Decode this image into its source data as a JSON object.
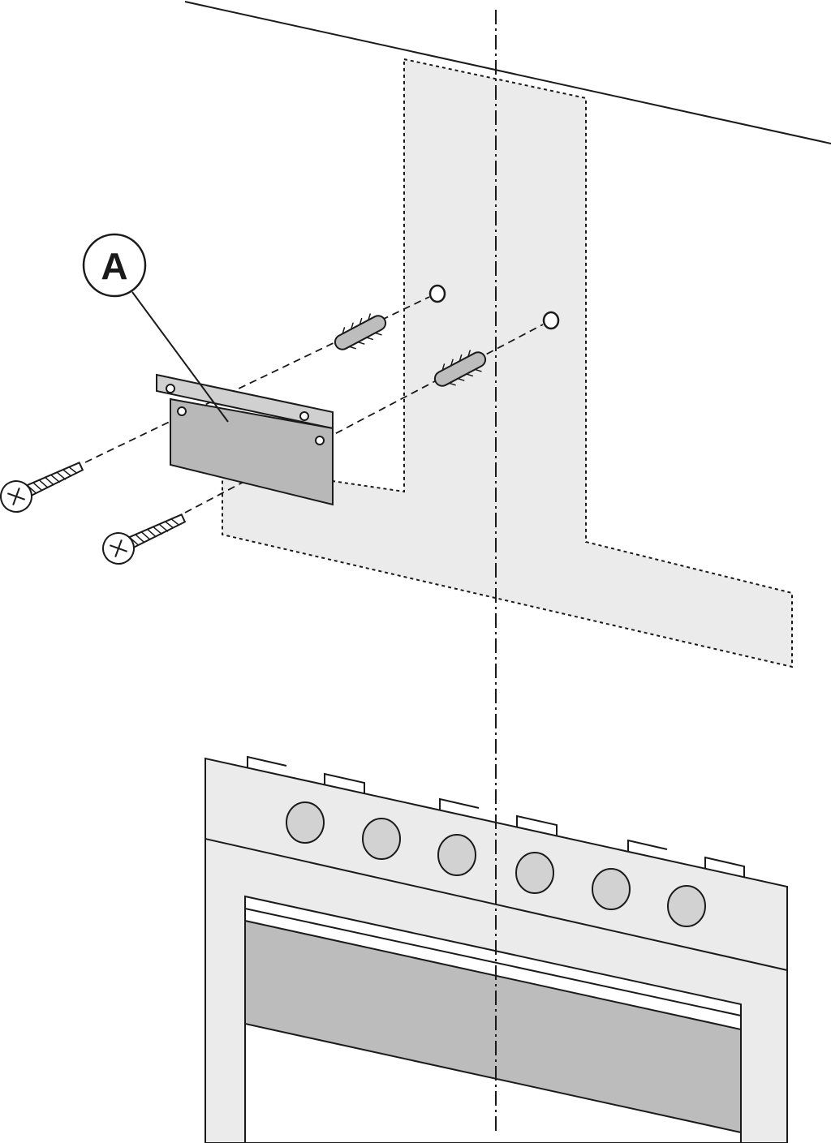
{
  "figure": {
    "callout_label": "A",
    "colors": {
      "line": "#1a1a1a",
      "wall_template": "#ebebeb",
      "bracket": "#b8b8b8",
      "bracket_strip": "#d0d0d0",
      "appliance_body": "#ebebeb",
      "appliance_window": "#bcbcbc",
      "knob": "#d2d2d2",
      "plug": "#bdbdbd"
    },
    "parts": [
      "wall-ceiling-line",
      "installation-template",
      "centerline",
      "bracket",
      "wall-plug",
      "screw",
      "appliance-front",
      "control-knob"
    ],
    "knob_count": 6,
    "screw_count": 2,
    "plug_count": 2
  }
}
